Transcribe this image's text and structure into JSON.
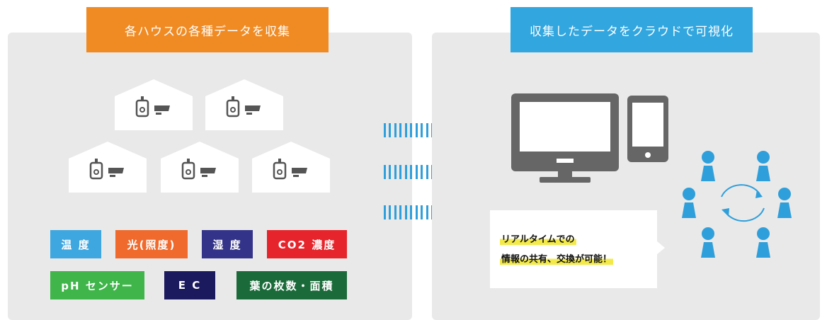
{
  "left_section": {
    "title": "各ハウスの各種データを収集",
    "header_color": "#f08b24",
    "panel_color": "#e9e9e9",
    "house_count": 5,
    "tags": [
      {
        "label": "温 度",
        "color": "#3ea7df"
      },
      {
        "label": "光(照度)",
        "color": "#ef6a2c"
      },
      {
        "label": "湿 度",
        "color": "#33338a"
      },
      {
        "label": "CO2 濃度",
        "color": "#e5242b"
      },
      {
        "label": "pH センサー",
        "color": "#3fb54a"
      },
      {
        "label": "E C",
        "color": "#1c1a5e"
      },
      {
        "label": "葉の枚数・面積",
        "color": "#1b6b3a"
      }
    ]
  },
  "right_section": {
    "title": "収集したデータをクラウドで可視化",
    "header_color": "#31a6df",
    "bubble_lines": [
      "リアルタイムでの",
      "情報の共有、交換が可能！"
    ],
    "highlight_color": "#f3ea4a",
    "device_color": "#666666",
    "people_color": "#2f9fdb"
  },
  "connector": {
    "color": "#2f9fdb",
    "rows": 3
  }
}
